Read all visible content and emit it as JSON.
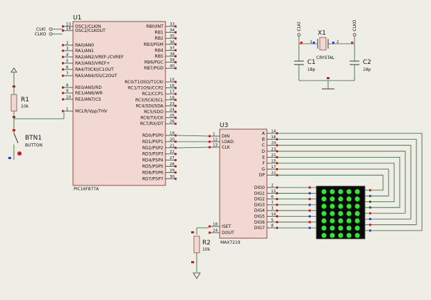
{
  "colors": {
    "background": "#eeeee6",
    "chip_fill": "#f1d8d2",
    "chip_border": "#8a4a40",
    "wire": "#2a5b2a",
    "pin_marker_red": "#d01818",
    "pin_marker_blue": "#1f3fd0",
    "led_on": "#2ee82e",
    "led_matrix_bg": "#0a0a0a"
  },
  "u1": {
    "ref": "U1",
    "part": "PIC16F877A",
    "left_pins": [
      {
        "num": "13",
        "label": "OSC1/CLKIN"
      },
      {
        "num": "14",
        "label": "OSC2/CLKOUT"
      },
      {
        "num": "2",
        "label": "RA0/AN0"
      },
      {
        "num": "3",
        "label": "RA1/AN1"
      },
      {
        "num": "4",
        "label": "RA2/AN2/VREF-/CVREF"
      },
      {
        "num": "5",
        "label": "RA3/AN3/VREF+"
      },
      {
        "num": "6",
        "label": "RA4/T0CKI/C1OUT"
      },
      {
        "num": "7",
        "label": "RA5/AN4/SS/C2OUT"
      },
      {
        "num": "8",
        "label": "RE0/AN5/RD"
      },
      {
        "num": "9",
        "label": "RE1/AN6/WR"
      },
      {
        "num": "10",
        "label": "RE2/AN7/CS"
      },
      {
        "num": "1",
        "label": "MCLR/Vpp/THV"
      }
    ],
    "right_pins": [
      {
        "num": "33",
        "label": "RB0/INT"
      },
      {
        "num": "34",
        "label": "RB1"
      },
      {
        "num": "35",
        "label": "RB2"
      },
      {
        "num": "36",
        "label": "RB3/PGM"
      },
      {
        "num": "37",
        "label": "RB4"
      },
      {
        "num": "38",
        "label": "RB5"
      },
      {
        "num": "39",
        "label": "RB6/PGC"
      },
      {
        "num": "40",
        "label": "RB7/PGD"
      },
      {
        "num": "15",
        "label": "RC0/T1OSO/T1CKI"
      },
      {
        "num": "16",
        "label": "RC1/T1OSI/CCP2"
      },
      {
        "num": "17",
        "label": "RC2/CCP1"
      },
      {
        "num": "18",
        "label": "RC3/SCK/SCL"
      },
      {
        "num": "23",
        "label": "RC4/SDI/SDA"
      },
      {
        "num": "24",
        "label": "RC5/SDO"
      },
      {
        "num": "25",
        "label": "RC6/TX/CK"
      },
      {
        "num": "26",
        "label": "RC7/RX/DT"
      },
      {
        "num": "19",
        "label": "RD0/PSP0"
      },
      {
        "num": "20",
        "label": "RD1/PSP1"
      },
      {
        "num": "21",
        "label": "RD2/PSP2"
      },
      {
        "num": "22",
        "label": "RD3/PSP3"
      },
      {
        "num": "27",
        "label": "RD4/PSP4"
      },
      {
        "num": "28",
        "label": "RD5/PSP5"
      },
      {
        "num": "29",
        "label": "RD6/PSP6"
      },
      {
        "num": "30",
        "label": "RD7/PSP7"
      }
    ],
    "clock_labels": [
      "CLKI",
      "CLKO"
    ]
  },
  "u3": {
    "ref": "U3",
    "part": "MAX7219",
    "left_pins": [
      {
        "num": "1",
        "label": "DIN"
      },
      {
        "num": "12",
        "label": "LOAD"
      },
      {
        "num": "13",
        "label": "CLK"
      },
      {
        "num": "18",
        "label": "ISET"
      },
      {
        "num": "24",
        "label": "DOUT"
      }
    ],
    "segment_pins": [
      {
        "num": "14",
        "label": "A"
      },
      {
        "num": "16",
        "label": "B"
      },
      {
        "num": "20",
        "label": "C"
      },
      {
        "num": "23",
        "label": "D"
      },
      {
        "num": "21",
        "label": "E"
      },
      {
        "num": "15",
        "label": "F"
      },
      {
        "num": "17",
        "label": "G"
      },
      {
        "num": "22",
        "label": "DP"
      }
    ],
    "digit_pins": [
      {
        "num": "2",
        "label": "DIG0"
      },
      {
        "num": "11",
        "label": "DIG1"
      },
      {
        "num": "6",
        "label": "DIG2"
      },
      {
        "num": "7",
        "label": "DIG3"
      },
      {
        "num": "3",
        "label": "DIG4"
      },
      {
        "num": "10",
        "label": "DIG5"
      },
      {
        "num": "5",
        "label": "DIG6"
      },
      {
        "num": "8",
        "label": "DIG7"
      }
    ]
  },
  "r1": {
    "ref": "R1",
    "value": "10k"
  },
  "r2": {
    "ref": "R2",
    "value": "10k"
  },
  "btn1": {
    "ref": "BTN1",
    "value": "BUTTON"
  },
  "x1": {
    "ref": "X1",
    "value": "CRYSTAL",
    "pin1": "1",
    "pin2": "2"
  },
  "c1": {
    "ref": "C1",
    "value": "18p"
  },
  "c2": {
    "ref": "C2",
    "value": "18p"
  },
  "crystal_net_labels": [
    "CLKI",
    "CLKO"
  ],
  "led_matrix": {
    "rows": 7,
    "cols": 5,
    "lit": [
      [
        1,
        1,
        1,
        1,
        1
      ],
      [
        1,
        1,
        1,
        1,
        1
      ],
      [
        1,
        1,
        1,
        1,
        1
      ],
      [
        1,
        1,
        1,
        1,
        1
      ],
      [
        1,
        1,
        1,
        1,
        1
      ],
      [
        1,
        1,
        1,
        1,
        1
      ],
      [
        1,
        1,
        1,
        1,
        1
      ]
    ]
  }
}
